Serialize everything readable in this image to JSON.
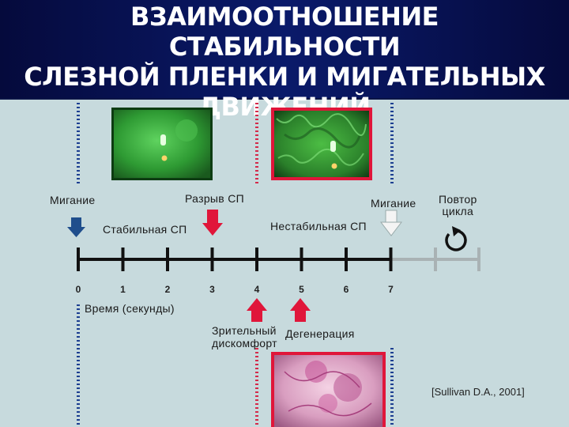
{
  "title": {
    "line1": "ВЗАИМООТНОШЕНИЕ СТАБИЛЬНОСТИ",
    "line2": "СЛЕЗНОЙ ПЛЕНКИ И МИГАТЕЛЬНЫХ",
    "line3": "ДВИЖЕНИЙ"
  },
  "labels": {
    "blink_start": "Мигание",
    "tear_break": "Разрыв СП",
    "blink_end": "Мигание",
    "repeat_line1": "Повтор",
    "repeat_line2": "цикла",
    "stable": "Стабильная СП",
    "unstable": "Нестабильная СП",
    "time_axis": "Время (секунды)",
    "visual_line1": "Зрительный",
    "visual_line2": "дискомфорт",
    "degeneration": "Дегенерация"
  },
  "timeline": {
    "ticks": [
      "0",
      "1",
      "2",
      "3",
      "4",
      "5",
      "6",
      "7"
    ]
  },
  "citation": "[Sullivan D.A., 2001]",
  "colors": {
    "header_bg": "#0a1a6a",
    "background": "#c7dadd",
    "blue_arrow": "#1f4e8c",
    "red_arrow": "#e0163a",
    "white_arrow": "#f4f4f4",
    "dotted_blue": "#1d3f91",
    "dotted_red": "#d42a4a"
  },
  "icons": {
    "repeat": "cycle-icon"
  }
}
